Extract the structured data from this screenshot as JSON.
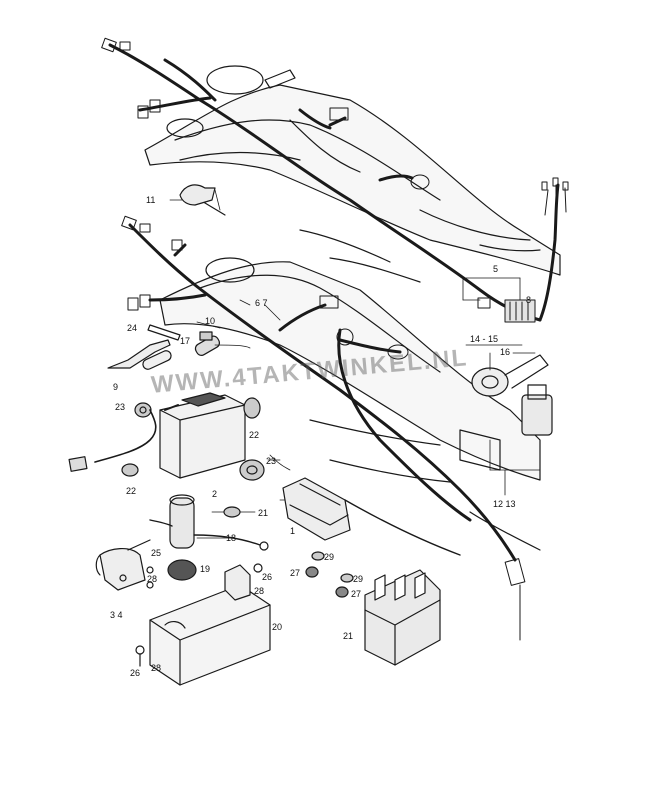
{
  "watermark": "WWW.4TAKTWINKEL.NL",
  "part_labels": [
    {
      "id": "p11",
      "text": "11"
    },
    {
      "id": "p5",
      "text": "5"
    },
    {
      "id": "p8",
      "text": "8"
    },
    {
      "id": "p67",
      "text": "6 7"
    },
    {
      "id": "p10",
      "text": "10"
    },
    {
      "id": "p24",
      "text": "24"
    },
    {
      "id": "p17",
      "text": "17"
    },
    {
      "id": "p9",
      "text": "9"
    },
    {
      "id": "p1415",
      "text": "14 - 15"
    },
    {
      "id": "p16",
      "text": "16"
    },
    {
      "id": "p23a",
      "text": "23"
    },
    {
      "id": "p22a",
      "text": "22"
    },
    {
      "id": "p22b",
      "text": "22"
    },
    {
      "id": "p2",
      "text": "2"
    },
    {
      "id": "p21a",
      "text": "21"
    },
    {
      "id": "p23b",
      "text": "23"
    },
    {
      "id": "p1",
      "text": "1"
    },
    {
      "id": "p1213",
      "text": "12 13"
    },
    {
      "id": "p18",
      "text": "18"
    },
    {
      "id": "p25",
      "text": "25"
    },
    {
      "id": "p28a",
      "text": "28"
    },
    {
      "id": "p19",
      "text": "19"
    },
    {
      "id": "p28b",
      "text": "28"
    },
    {
      "id": "p26a",
      "text": "26"
    },
    {
      "id": "p29a",
      "text": "29"
    },
    {
      "id": "p27a",
      "text": "27"
    },
    {
      "id": "p29b",
      "text": "29"
    },
    {
      "id": "p27b",
      "text": "27"
    },
    {
      "id": "p34",
      "text": "3 4"
    },
    {
      "id": "p20",
      "text": "20"
    },
    {
      "id": "p21b",
      "text": "21"
    },
    {
      "id": "p28c",
      "text": "28"
    },
    {
      "id": "p26b",
      "text": "26"
    }
  ]
}
